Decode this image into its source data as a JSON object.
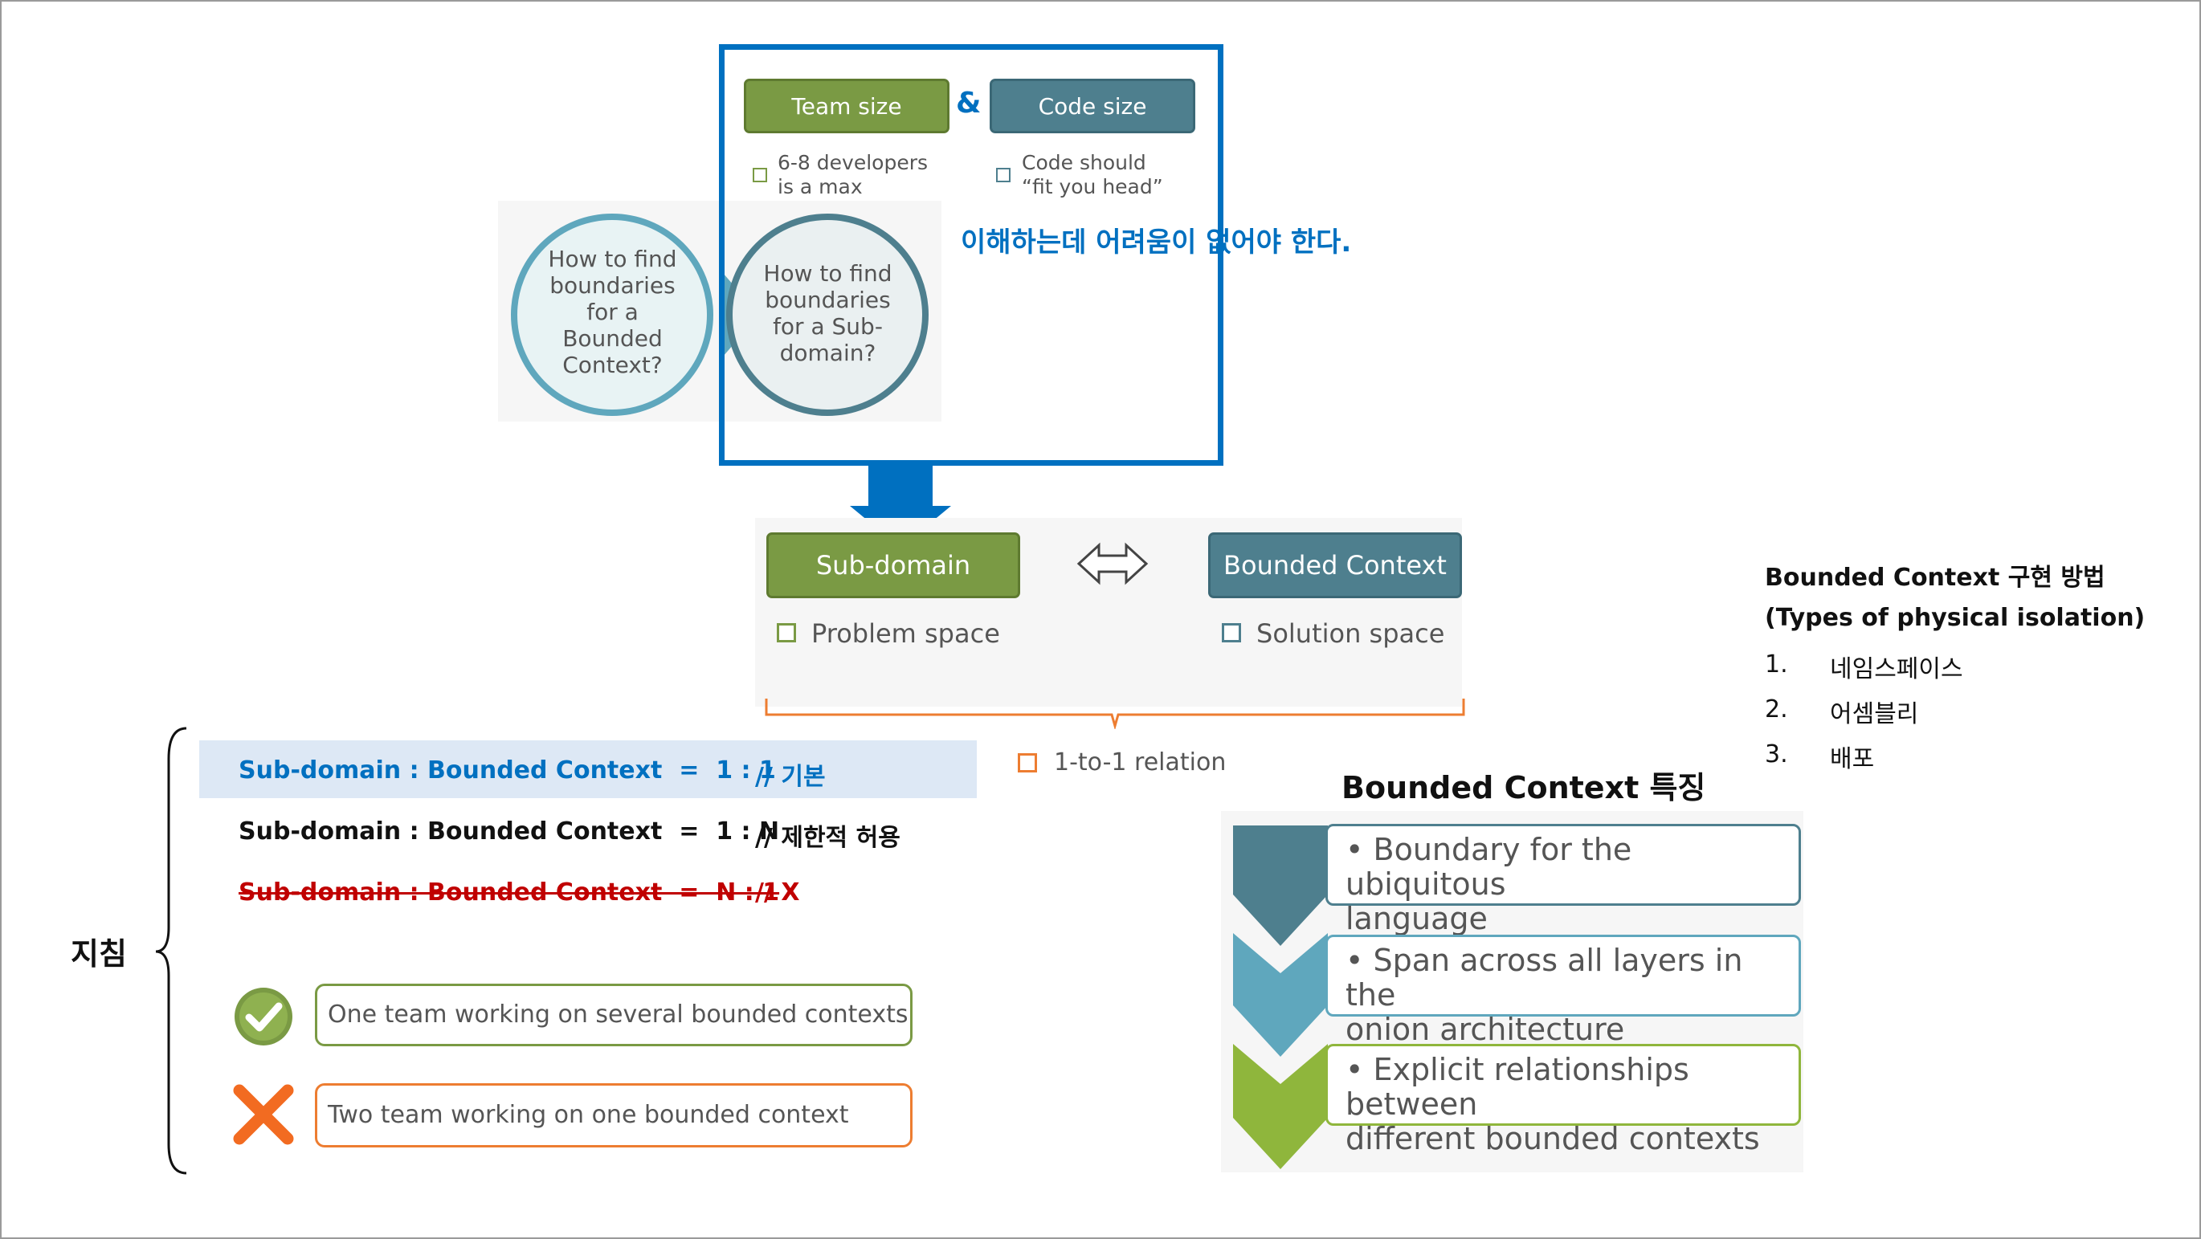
{
  "top": {
    "team_size": "Team size",
    "ampersand": "&",
    "code_size": "Code size",
    "team_note": "6-8 developers\nis a max",
    "code_note": "Code should\n“fit you head”",
    "korean_note": "이해하는데 어려움이 없어야 한다.",
    "bubble_left": "How to find\nboundaries\nfor a\nBounded\nContext?",
    "bubble_right": "How to find\nboundaries\nfor a Sub-\ndomain?"
  },
  "mapping": {
    "subdomain": "Sub-domain",
    "bounded_context": "Bounded Context",
    "problem_space": "Problem space",
    "solution_space": "Solution space",
    "relation": "1-to-1 relation"
  },
  "guidelines": {
    "label": "지침",
    "rule1": "Sub-domain : Bounded Context  =  1 : 1",
    "rule1_comment": "// 기본",
    "rule2": "Sub-domain : Bounded Context  =  1 : N",
    "rule2_comment": "// 제한적 허용",
    "rule3": "Sub-domain : Bounded Context  =  N : 1",
    "rule3_comment": "// X",
    "good": "One team working on several bounded contexts",
    "bad": "Two team working on one bounded context"
  },
  "features": {
    "title": "Bounded Context 특징",
    "items": [
      "Boundary for the ubiquitous\nlanguage",
      "Span across all layers in the\nonion architecture",
      "Explicit relationships between\ndifferent bounded contexts"
    ]
  },
  "implementation": {
    "title": "Bounded Context 구현 방법",
    "subtitle": "(Types of physical isolation)",
    "items": [
      {
        "num": "1.",
        "label": "네임스페이스"
      },
      {
        "num": "2.",
        "label": "어셈블리"
      },
      {
        "num": "3.",
        "label": "배포"
      }
    ]
  },
  "colors": {
    "green": "#7a9a44",
    "teal": "#4e7f8e",
    "blue": "#0070c0",
    "orange": "#ed7d31",
    "red": "#c00000"
  }
}
